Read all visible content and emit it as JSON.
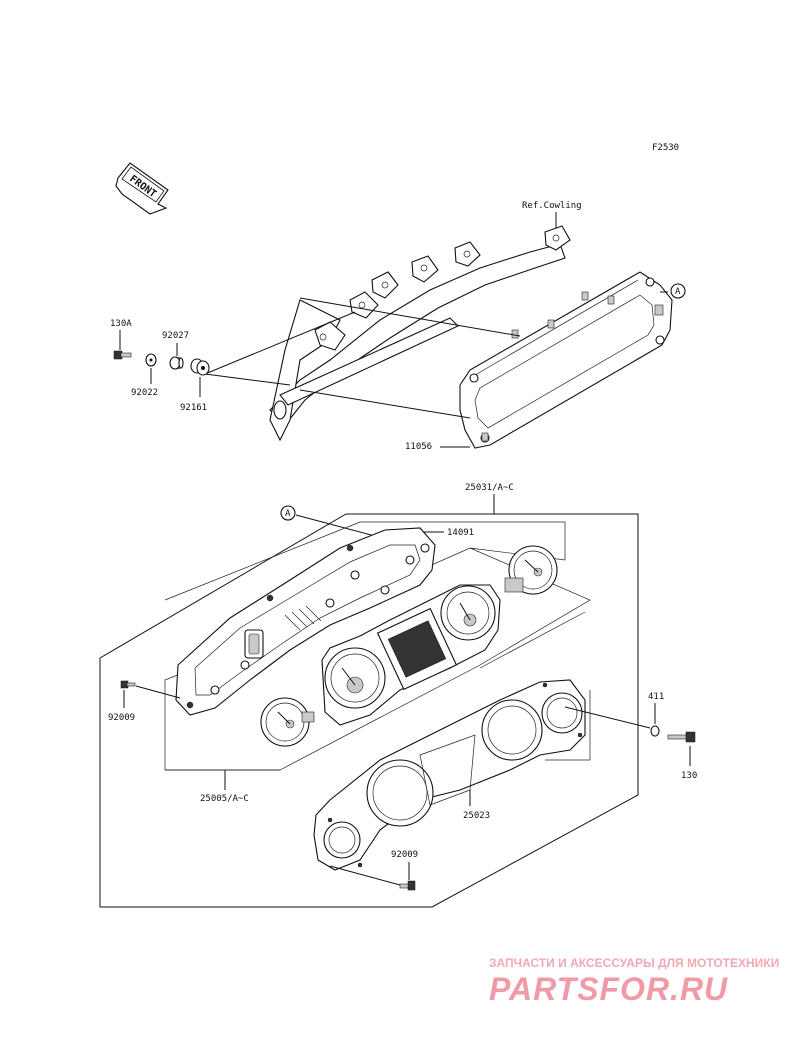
{
  "diagram": {
    "figure_code": "F2530",
    "front_label": "FRONT",
    "ref_label": "Ref.Cowling",
    "callout_a": "A",
    "parts": {
      "p130a": "130A",
      "p92027": "92027",
      "p92022": "92022",
      "p92161": "92161",
      "p11056": "11056",
      "p25031": "25031/A~C",
      "p14091": "14091",
      "p92009_left": "92009",
      "p25005": "25005/A~C",
      "p411": "411",
      "p130": "130",
      "p25023": "25023",
      "p92009_bottom": "92009"
    }
  },
  "watermark": {
    "tagline": "ЗАПЧАСТИ И АКСЕССУАРЫ ДЛЯ МОТОТЕХНИКИ",
    "brand": "PARTSFOR.RU"
  }
}
